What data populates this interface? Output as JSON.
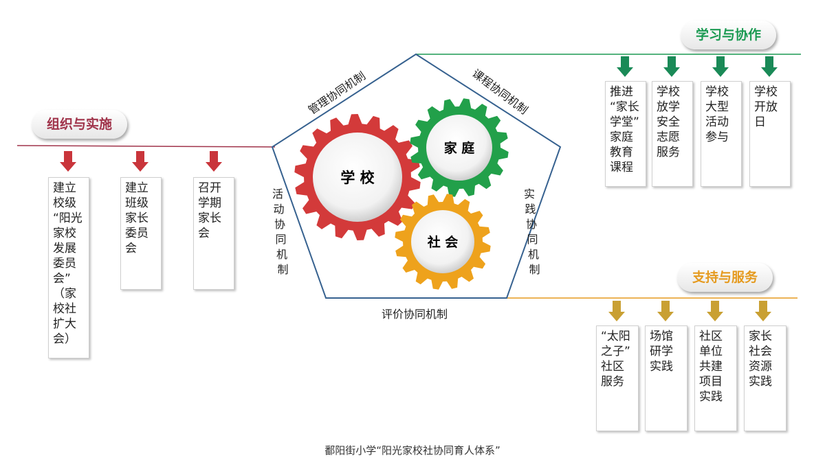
{
  "colors": {
    "organize": "#a0334a",
    "learn": "#1b9a52",
    "support": "#e59a1e",
    "arrow_red": "#c9353b",
    "arrow_green": "#1a8a57",
    "arrow_gold": "#c9a033",
    "gear_red": "#d33a3a",
    "gear_green": "#22a04a",
    "gear_orange": "#eea21c",
    "pentagon": "#36618f"
  },
  "gears": {
    "school": "学 校",
    "family": "家 庭",
    "society": "社 会"
  },
  "mechanisms": {
    "management": "管理协同机制",
    "curriculum": "课程协同机制",
    "practice": "实践协同机制",
    "evaluation": "评价协同机制",
    "activity": "活动协同机制"
  },
  "sections": {
    "organize": {
      "label": "组织与实施",
      "items": [
        "建立\n校级\n“阳光\n家校\n发展\n委员\n会”\n（家\n校社\n扩大\n会）",
        "建立\n班级\n家长\n委员\n会",
        "召开\n学期\n家长\n会"
      ]
    },
    "learn": {
      "label": "学习与协作",
      "items": [
        "推进\n“家长\n学堂”\n家庭\n教育\n课程",
        "学校\n放学\n安全\n志愿\n服务",
        "学校\n大型\n活动\n参与",
        "学校\n开放\n日"
      ]
    },
    "support": {
      "label": "支持与服务",
      "items": [
        "“太阳\n之子”\n社区\n服务",
        "场馆\n研学\n实践",
        "社区\n单位\n共建\n项目\n实践",
        "家长\n社会\n资源\n实践"
      ]
    }
  },
  "caption": "鄱阳街小学“阳光家校社协同育人体系”"
}
